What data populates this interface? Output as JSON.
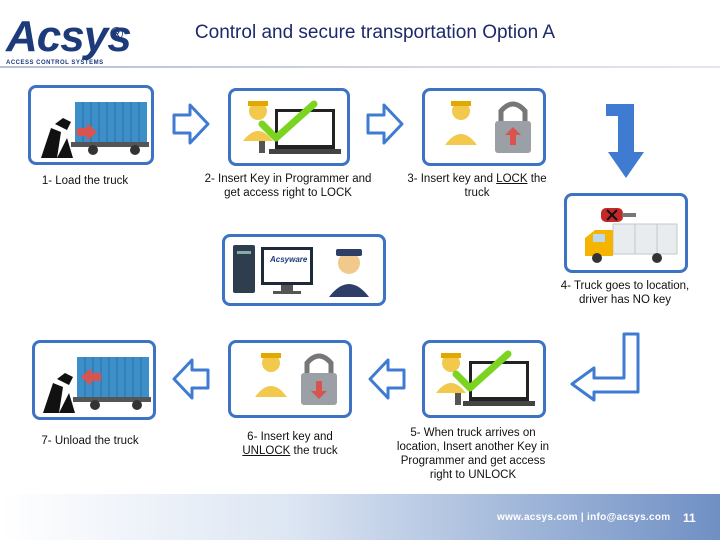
{
  "logo": {
    "brand": "Acsys",
    "registered": "®",
    "tagline": "ACCESS CONTROL SYSTEMS"
  },
  "title": "Control and secure transportation Option A",
  "steps": {
    "s1": {
      "text": "1- Load the truck"
    },
    "s2": {
      "text": "2- Insert Key in Programmer and get access right to LOCK"
    },
    "s3": {
      "pre": "3- Insert key and ",
      "em": "LOCK",
      "post": " the truck"
    },
    "s4": {
      "text": "4- Truck goes to location, driver has NO key"
    },
    "s5": {
      "text": "5- When truck arrives on location, Insert another Key in Programmer and get access right to UNLOCK"
    },
    "s6": {
      "pre": "6- Insert key and ",
      "em": "UNLOCK",
      "post": " the truck"
    },
    "s7": {
      "text": "7- Unload the truck"
    }
  },
  "center_software_label": "Acsyware",
  "footer": {
    "text": "www.acsys.com | info@acsys.com",
    "page_number": "11"
  },
  "colors": {
    "panel_border": "#3d72c4",
    "arrow": "#3f7bd0",
    "title": "#1c2a6b",
    "check": "#7bd41f"
  }
}
